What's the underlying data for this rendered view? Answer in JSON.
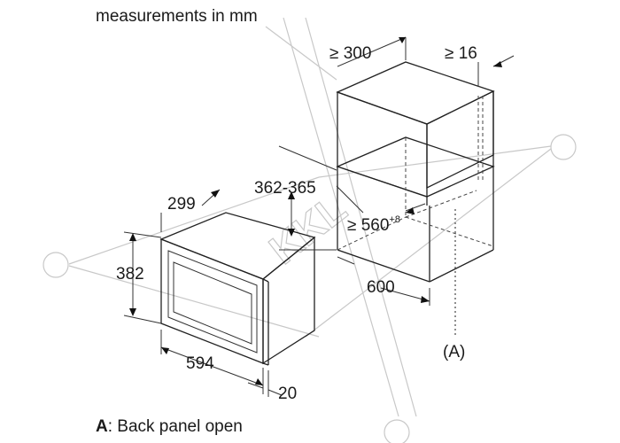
{
  "header": {
    "note": "measurements in mm"
  },
  "dimensions": {
    "cabinet_depth": "≥ 300",
    "side_gap": "≥ 16",
    "opening_height": "362-365",
    "opening_width_base": "≥ 560",
    "opening_width_tolerance": "+8",
    "cabinet_width": "600",
    "appliance_depth": "299",
    "appliance_height": "382",
    "appliance_width": "594",
    "front_depth": "20"
  },
  "marker": {
    "label": "(A)"
  },
  "legend": {
    "key": "A",
    "text": ": Back panel open"
  },
  "watermark": {
    "text": "KKL"
  },
  "colors": {
    "line": "#222222",
    "watermark": "#c8c8c8",
    "background": "#ffffff"
  }
}
